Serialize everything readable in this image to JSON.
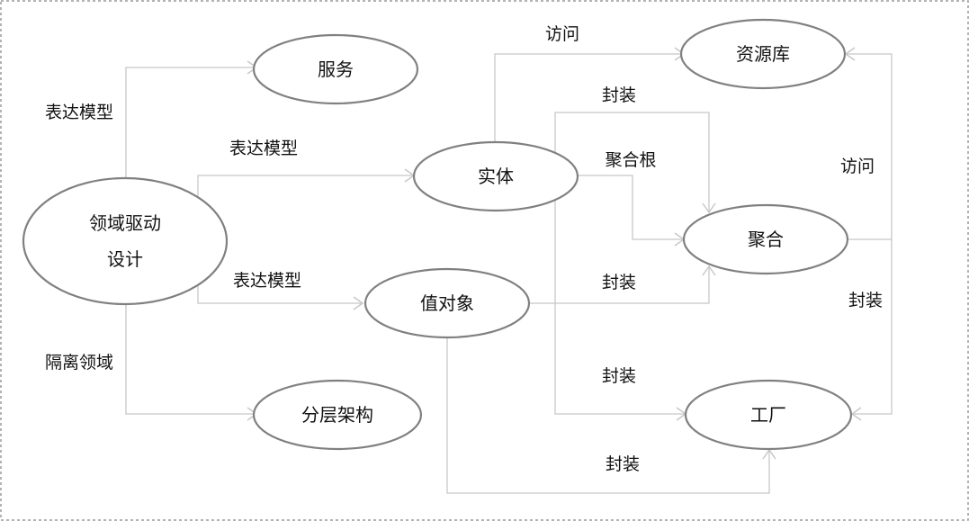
{
  "nodes": {
    "ddd_line1": "领域驱动",
    "ddd_line2": "设计",
    "service": "服务",
    "entity": "实体",
    "value_object": "值对象",
    "layered_architecture": "分层架构",
    "repository": "资源库",
    "aggregate": "聚合",
    "factory": "工厂"
  },
  "edges": {
    "ddd_to_service": "表达模型",
    "ddd_to_entity": "表达模型",
    "ddd_to_value_object": "表达模型",
    "ddd_to_layered": "隔离领域",
    "entity_to_repository": "访问",
    "entity_to_aggregate_encapsulate": "封装",
    "entity_to_aggregate_root": "聚合根",
    "value_object_to_aggregate": "封装",
    "entity_to_factory": "封装",
    "value_object_to_factory": "封装",
    "aggregate_to_repository": "访问",
    "aggregate_to_factory": "封装"
  },
  "colors": {
    "node_stroke": "#808080",
    "edge_stroke": "#c8c8c8",
    "text": "#111111"
  }
}
